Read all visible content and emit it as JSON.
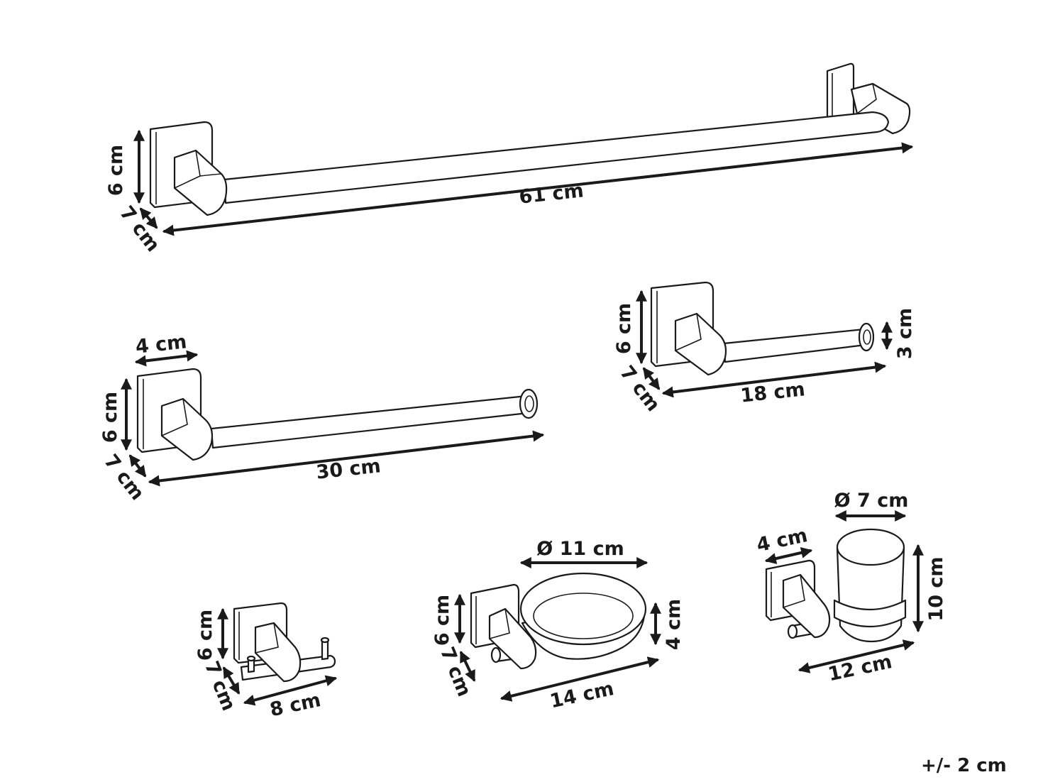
{
  "tolerance": "+/- 2 cm",
  "long_towel_bar": {
    "width": "61 cm",
    "height": "6 cm",
    "depth": "7 cm"
  },
  "short_towel_bar": {
    "width": "30 cm",
    "height": "6 cm",
    "depth": "7 cm",
    "mount_width": "4 cm"
  },
  "paper_holder": {
    "width": "18 cm",
    "height": "6 cm",
    "depth": "7 cm",
    "end_diameter": "3 cm"
  },
  "double_hook": {
    "width": "8 cm",
    "height": "6 cm",
    "depth": "7 cm"
  },
  "soap_dish": {
    "diameter": "Ø 11 cm",
    "width": "14 cm",
    "height": "6 cm",
    "depth": "7 cm",
    "dish_height": "4 cm"
  },
  "tumbler_holder": {
    "diameter": "Ø 7 cm",
    "width": "12 cm",
    "height": "10 cm",
    "mount_width": "4 cm"
  }
}
